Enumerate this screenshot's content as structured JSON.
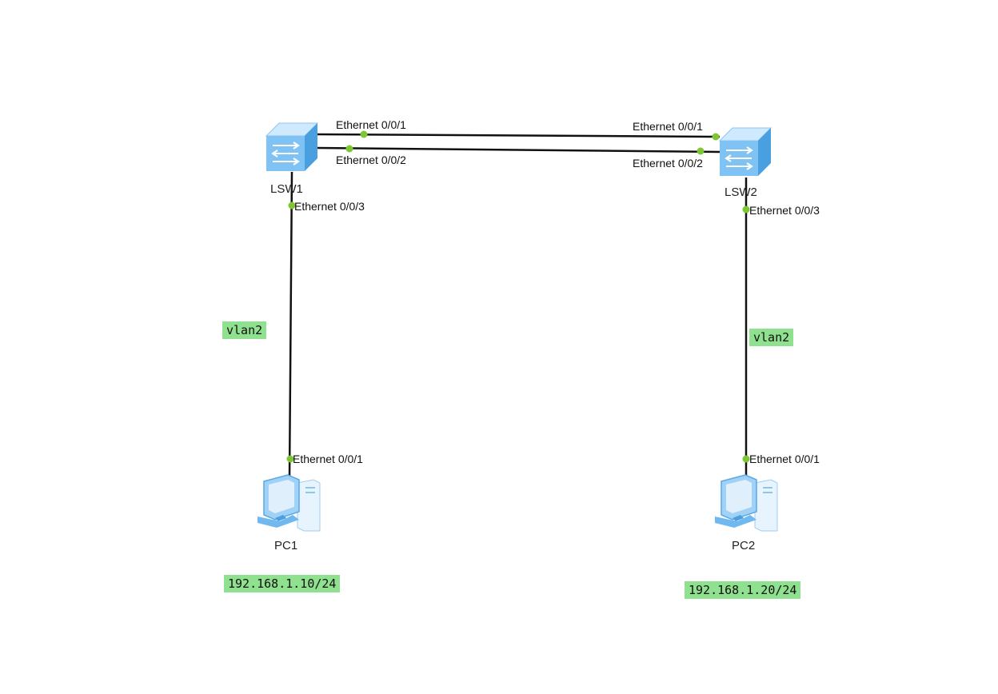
{
  "devices": {
    "lsw1": {
      "label": "LSW1",
      "icon": "switch-icon"
    },
    "lsw2": {
      "label": "LSW2",
      "icon": "switch-icon"
    },
    "pc1": {
      "label": "PC1",
      "icon": "pc-icon"
    },
    "pc2": {
      "label": "PC2",
      "icon": "pc-icon"
    }
  },
  "ports": {
    "lsw1_e001": "Ethernet 0/0/1",
    "lsw1_e002": "Ethernet 0/0/2",
    "lsw1_e003": "Ethernet 0/0/3",
    "lsw2_e001": "Ethernet 0/0/1",
    "lsw2_e002": "Ethernet 0/0/2",
    "lsw2_e003": "Ethernet 0/0/3",
    "pc1_e001": "Ethernet 0/0/1",
    "pc2_e001": "Ethernet 0/0/1"
  },
  "tags": {
    "vlan_left": "vlan2",
    "vlan_right": "vlan2",
    "ip_pc1": "192.168.1.10/24",
    "ip_pc2": "192.168.1.20/24"
  },
  "colors": {
    "link": "#111111",
    "port_dot": "#7dc832",
    "tag_bg": "#8fe08f",
    "device_blue": "#6fb8f0"
  }
}
